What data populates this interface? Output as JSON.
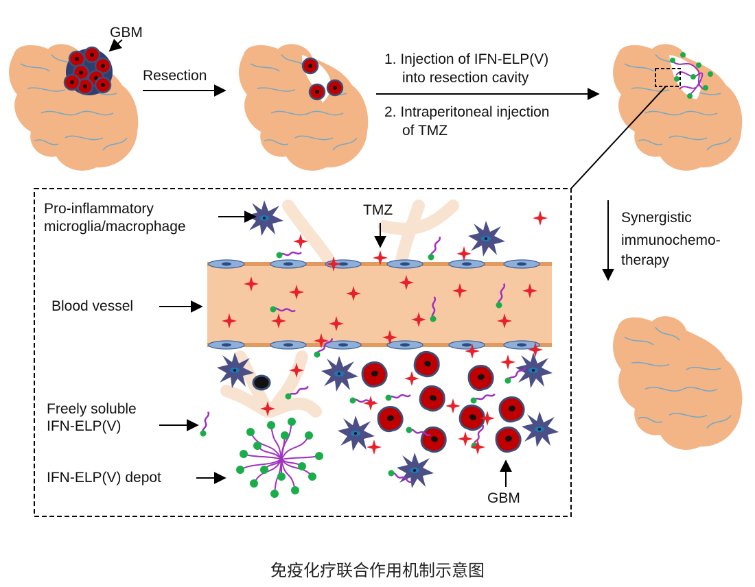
{
  "labels": {
    "gbm_top": "GBM",
    "resection": "Resection",
    "step1_line1": "1. Injection of IFN-ELP(V)",
    "step1_line2": "into resection cavity",
    "step2_line1": "2. Intraperitoneal injection",
    "step2_line2": "of TMZ",
    "pro_line1": "Pro-inflammatory",
    "pro_line2": "microglia/macrophage",
    "tmz": "TMZ",
    "synergy_line1": "Synergistic",
    "synergy_line2": "immunochemo-",
    "synergy_line3": "therapy",
    "blood_vessel": "Blood vessel",
    "free_line1": "Freely soluble",
    "free_line2": "IFN-ELP(V)",
    "depot": "IFN-ELP(V) depot",
    "gbm_bottom": "GBM"
  },
  "caption": "免疫化疗联合作用机制示意图",
  "colors": {
    "brain": "#F3B486",
    "brain_line": "#6FA8C8",
    "tumor": "#C00000",
    "tumor_outline": "#3C4F7A",
    "macrophage": "#4B4F86",
    "elp": "#A030C0",
    "elp_head": "#1AAE4A",
    "tmz": "#E8202A",
    "vessel": "#F6C9A2",
    "endothelial": "#8EB0D8"
  }
}
